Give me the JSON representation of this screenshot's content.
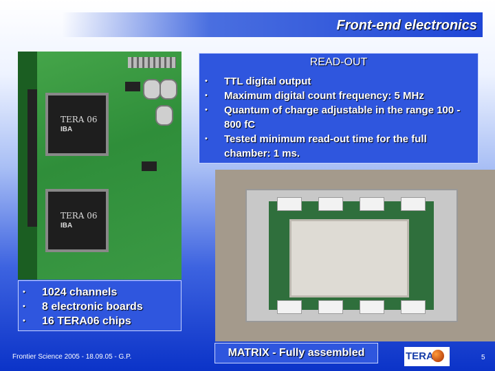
{
  "slide": {
    "title": "Front-end electronics",
    "readout": {
      "heading": "READ-OUT",
      "items": [
        "TTL digital output",
        "Maximum digital count frequency: 5 MHz",
        "Quantum of charge adjustable in the range 100 - 800 fC",
        "Tested minimum read-out time for the full chamber: 1 ms."
      ]
    },
    "board_photo": {
      "chip_label": "TERA 06",
      "chip_sub": "IBA"
    },
    "channels": [
      "1024 channels",
      "8 electronic boards",
      "16 TERA06 chips"
    ],
    "caption": "MATRIX - Fully assembled",
    "footer": "Frontier Science 2005 - 18.09.05 - G.P.",
    "logo": "TERA",
    "page_number": "5",
    "bullet": "•"
  }
}
